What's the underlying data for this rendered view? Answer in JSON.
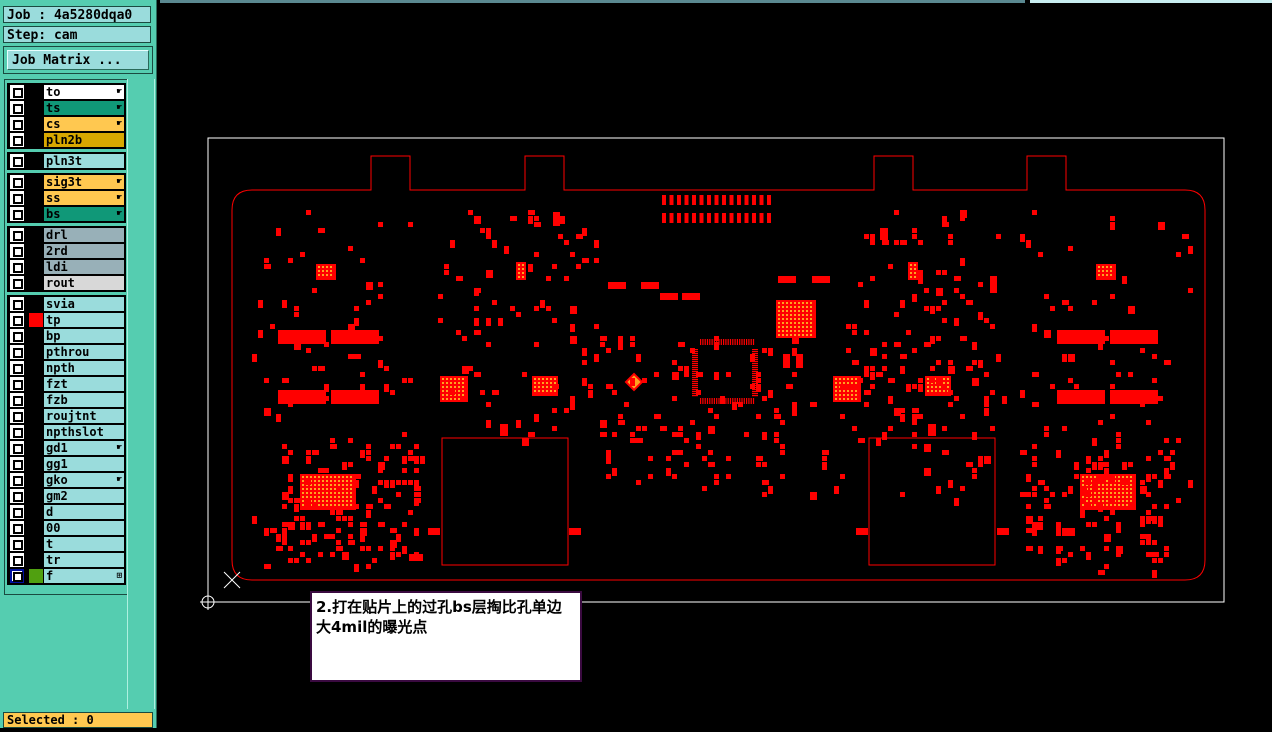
{
  "panel": {
    "job_label": "Job : 4a5280dqa0",
    "step_label": "Step: cam",
    "job_matrix_button": "Job Matrix ..."
  },
  "layer_groups": [
    [
      {
        "name": "to",
        "color": "#ffffff",
        "hand": true
      },
      {
        "name": "ts",
        "color": "#109878",
        "hand": true
      },
      {
        "name": "cs",
        "color": "#ffc850",
        "hand": true
      },
      {
        "name": "pln2b",
        "color": "#d8a800",
        "hand": false
      }
    ],
    [
      {
        "name": "pln3t",
        "color": "#9adcdc",
        "hand": false
      }
    ],
    [
      {
        "name": "sig3t",
        "color": "#ffc850",
        "hand": true
      },
      {
        "name": "ss",
        "color": "#ffc850",
        "hand": true
      },
      {
        "name": "bs",
        "color": "#109878",
        "hand": true
      }
    ],
    [
      {
        "name": "drl",
        "color": "#98b0b8",
        "hand": false
      },
      {
        "name": "2rd",
        "color": "#98b0b8",
        "hand": false
      },
      {
        "name": "ldi",
        "color": "#98b0b8",
        "hand": false
      },
      {
        "name": "rout",
        "color": "#d8d8d8",
        "hand": false
      }
    ],
    [
      {
        "name": "svia",
        "color": "#9adcdc",
        "hand": false
      },
      {
        "name": "tp",
        "color": "#9adcdc",
        "hand": false,
        "display": "#ff0000"
      },
      {
        "name": "bp",
        "color": "#9adcdc",
        "hand": false
      },
      {
        "name": "pthrou",
        "color": "#9adcdc",
        "hand": false
      },
      {
        "name": "npth",
        "color": "#9adcdc",
        "hand": false
      },
      {
        "name": "fzt",
        "color": "#9adcdc",
        "hand": false
      },
      {
        "name": "fzb",
        "color": "#9adcdc",
        "hand": false
      },
      {
        "name": "roujtnt",
        "color": "#9adcdc",
        "hand": false
      },
      {
        "name": "npthslot",
        "color": "#9adcdc",
        "hand": false
      },
      {
        "name": "gd1",
        "color": "#9adcdc",
        "hand": true
      },
      {
        "name": "gg1",
        "color": "#9adcdc",
        "hand": false
      },
      {
        "name": "gko",
        "color": "#9adcdc",
        "hand": true
      },
      {
        "name": "gm2",
        "color": "#9adcdc",
        "hand": false
      },
      {
        "name": "d",
        "color": "#9adcdc",
        "hand": false
      },
      {
        "name": "00",
        "color": "#9adcdc",
        "hand": false
      },
      {
        "name": "t",
        "color": "#9adcdc",
        "hand": false
      },
      {
        "name": "tr",
        "color": "#9adcdc",
        "hand": false
      },
      {
        "name": "f",
        "color": "#9adcdc",
        "hand": false,
        "display": "#50a010",
        "work": true,
        "menu": true
      }
    ]
  ],
  "status": {
    "selected_label": "Selected : 0"
  },
  "note": {
    "text": "2.打在贴片上的过孔bs层掏比孔单边大4mil的曝光点"
  },
  "colors": {
    "pad": "#ff0000",
    "pad_fill": "#ffa020",
    "profile": "#ffffff",
    "panel": "#55cdb0"
  }
}
